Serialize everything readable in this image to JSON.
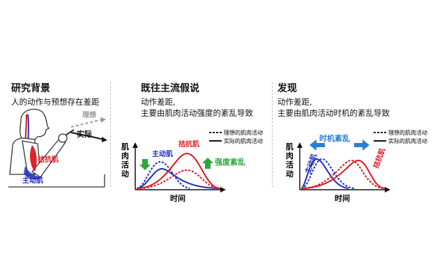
{
  "panel1": {
    "title": "研究背景",
    "subtitle": "人的动作与预想存在差距",
    "ideal_label": "理想",
    "actual_label": "实际",
    "antagonist_label": "拮抗肌",
    "agonist_label": "主动肌"
  },
  "panel2": {
    "title": "既往主流假说",
    "line1": "动作差距,",
    "line2": "主要由肌肉活动强度的紊乱导致",
    "legend_ideal": "理想的肌肉活动",
    "legend_actual": "实际的肌肉活动",
    "ylabel": "肌肉活动",
    "xlabel": "时间",
    "agonist_label": "主动肌",
    "antagonist_label": "拮抗肌",
    "disorder_label": "强度紊乱"
  },
  "panel3": {
    "title": "发现",
    "line1": "动作差距,",
    "line2": "主要由肌肉活动时机的紊乱导致",
    "legend_ideal": "理想的肌肉活动",
    "legend_actual": "实际的肌肉活动",
    "ylabel": "肌肉活动",
    "xlabel": "时间",
    "agonist_label": "主动肌",
    "antagonist_label": "拮抗肌",
    "disorder_label": "时机紊乱"
  },
  "colors": {
    "agonist": "#1f2dbf",
    "antagonist": "#e0141e",
    "intensity": "#2aa83a",
    "timing": "#2a7fd4"
  }
}
